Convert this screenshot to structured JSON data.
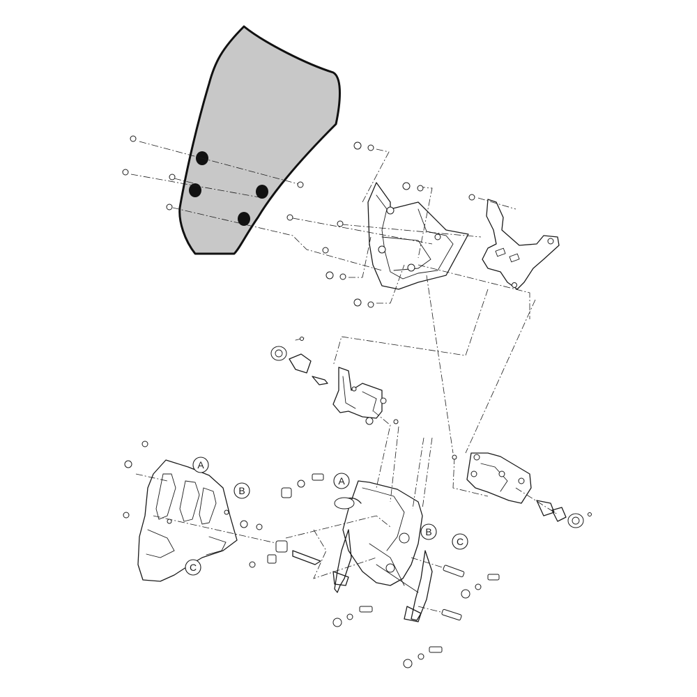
{
  "colors": {
    "windscreen_fill": "#c8c8c8",
    "line": "#1a1a1a",
    "hole": "#111111",
    "background": "#ffffff"
  },
  "callouts": {
    "a": "A",
    "b": "B",
    "c": "C"
  }
}
